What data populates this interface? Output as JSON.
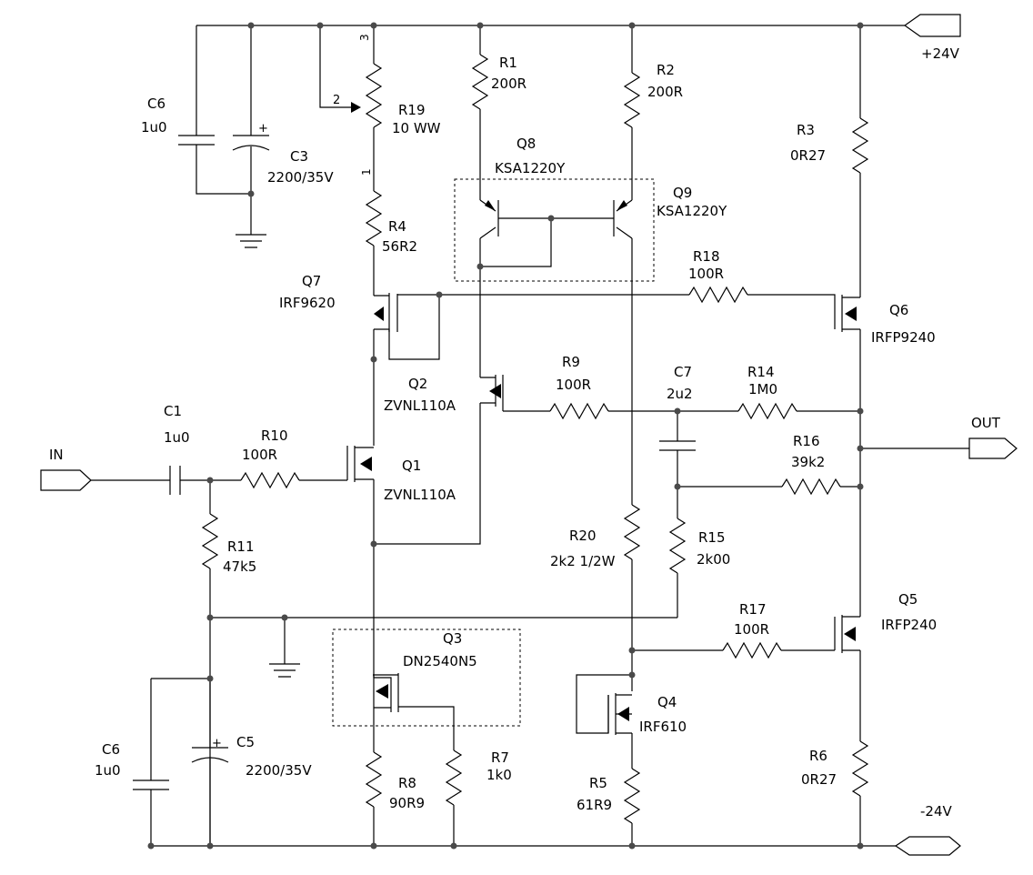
{
  "rails": {
    "pos": "+24V",
    "neg": "-24V"
  },
  "ports": {
    "in": "IN",
    "out": "OUT"
  },
  "resistors": {
    "R1": {
      "ref": "R1",
      "value": "200R"
    },
    "R2": {
      "ref": "R2",
      "value": "200R"
    },
    "R3": {
      "ref": "R3",
      "value": "0R27"
    },
    "R4": {
      "ref": "R4",
      "value": "56R2"
    },
    "R5": {
      "ref": "R5",
      "value": "61R9"
    },
    "R6": {
      "ref": "R6",
      "value": "0R27"
    },
    "R7": {
      "ref": "R7",
      "value": "1k0"
    },
    "R8": {
      "ref": "R8",
      "value": "90R9"
    },
    "R9": {
      "ref": "R9",
      "value": "100R"
    },
    "R10": {
      "ref": "R10",
      "value": "100R"
    },
    "R11": {
      "ref": "R11",
      "value": "47k5"
    },
    "R14": {
      "ref": "R14",
      "value": "1M0"
    },
    "R15": {
      "ref": "R15",
      "value": "2k00"
    },
    "R16": {
      "ref": "R16",
      "value": "39k2"
    },
    "R17": {
      "ref": "R17",
      "value": "100R"
    },
    "R18": {
      "ref": "R18",
      "value": "100R"
    },
    "R19": {
      "ref": "R19",
      "value": "10 WW",
      "pins": [
        "3",
        "2",
        "1"
      ]
    },
    "R20": {
      "ref": "R20",
      "value": "2k2 1/2W"
    }
  },
  "capacitors": {
    "C1": {
      "ref": "C1",
      "value": "1u0"
    },
    "C3": {
      "ref": "C3",
      "value": "2200/35V",
      "polarity": "+"
    },
    "C5": {
      "ref": "C5",
      "value": "2200/35V",
      "polarity": "+"
    },
    "C6a": {
      "ref": "C6",
      "value": "1u0"
    },
    "C6b": {
      "ref": "C6",
      "value": "1u0"
    },
    "C7": {
      "ref": "C7",
      "value": "2u2"
    }
  },
  "transistors": {
    "Q1": {
      "ref": "Q1",
      "part": "ZVNL110A"
    },
    "Q2": {
      "ref": "Q2",
      "part": "ZVNL110A"
    },
    "Q3": {
      "ref": "Q3",
      "part": "DN2540N5"
    },
    "Q4": {
      "ref": "Q4",
      "part": "IRF610"
    },
    "Q5": {
      "ref": "Q5",
      "part": "IRFP240"
    },
    "Q6": {
      "ref": "Q6",
      "part": "IRFP9240"
    },
    "Q7": {
      "ref": "Q7",
      "part": "IRF9620"
    },
    "Q8": {
      "ref": "Q8",
      "part": "KSA1220Y"
    },
    "Q9": {
      "ref": "Q9",
      "part": "KSA1220Y"
    }
  }
}
